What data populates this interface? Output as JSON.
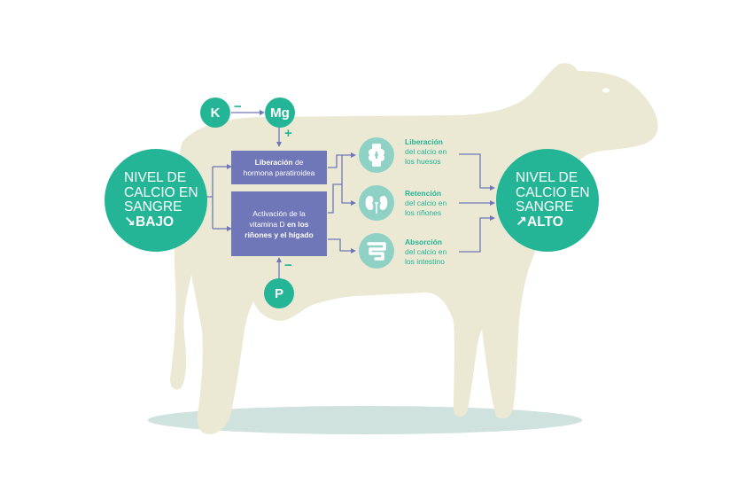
{
  "left_circle": {
    "line1": "NIVEL DE",
    "line2": "CALCIO EN",
    "line3": "SANGRE",
    "state_arrow": "↘",
    "state": "BAJO"
  },
  "right_circle": {
    "line1": "NIVEL DE",
    "line2": "CALCIO EN",
    "line3": "SANGRE",
    "state_arrow": "↗",
    "state": "ALTO"
  },
  "ions": {
    "k": "K",
    "k_sign": "−",
    "mg": "Mg",
    "mg_sign": "+",
    "p": "P",
    "p_sign": "−"
  },
  "processes": {
    "pth": {
      "bold": "Liberación",
      "rest1": " de",
      "line2": "hormona paratiroidea"
    },
    "vitd": {
      "line1": "Activación de la",
      "line2_plain": "vitamina D ",
      "line2_bold": "en los",
      "line3_bold": "riñones y el hígado"
    }
  },
  "effects": [
    {
      "title": "Liberación",
      "line1": "del calcio en",
      "line2": "los huesos",
      "icon": "bone-joint-icon"
    },
    {
      "title": "Retención",
      "line1": "del calcio en",
      "line2": "los riñones",
      "icon": "kidneys-icon"
    },
    {
      "title": "Absorción",
      "line1": "del calcio en",
      "line2": "los intestino",
      "icon": "intestine-icon"
    }
  ],
  "colors": {
    "teal": "#24b596",
    "purple": "#6f77b8",
    "cow": "#ebe8d4",
    "shadow": "#cfe2dd",
    "organ_bg": "#8fd1c4",
    "arrow": "#6f77b8"
  }
}
